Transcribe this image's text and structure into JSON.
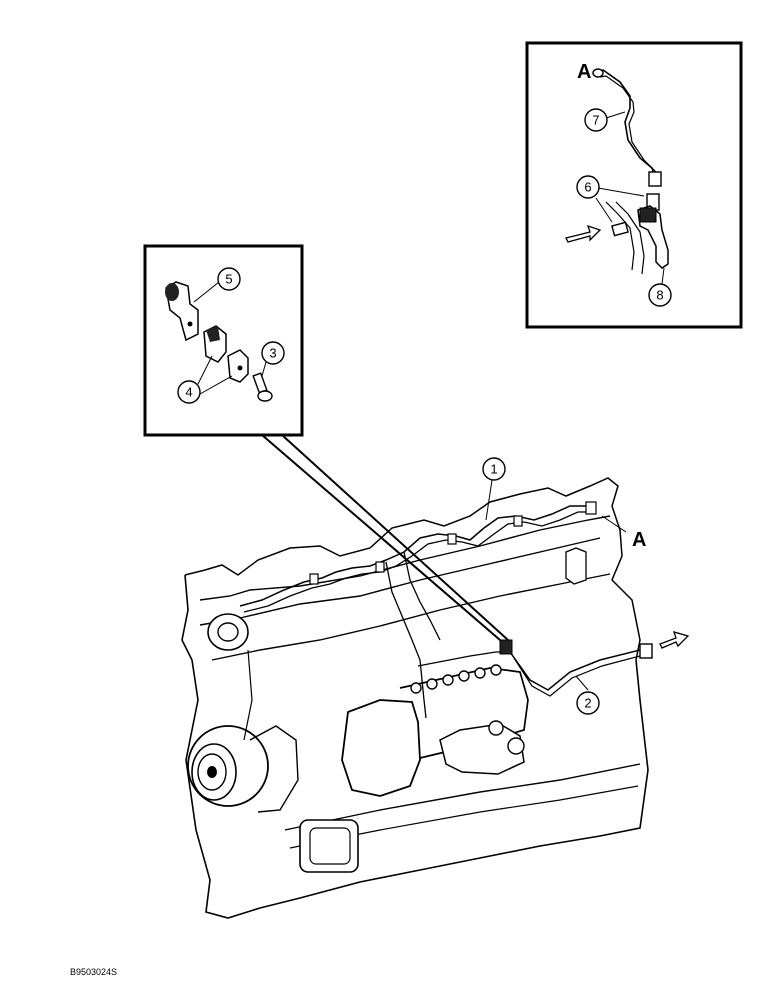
{
  "callouts": [
    {
      "id": "1",
      "label": "1"
    },
    {
      "id": "2",
      "label": "2"
    },
    {
      "id": "3",
      "label": "3"
    },
    {
      "id": "4",
      "label": "4"
    },
    {
      "id": "5",
      "label": "5"
    },
    {
      "id": "6",
      "label": "6"
    },
    {
      "id": "7",
      "label": "7"
    },
    {
      "id": "8",
      "label": "8"
    }
  ],
  "reference_letter": "A",
  "figure_code": "B9503024S",
  "line_color": "#000000"
}
